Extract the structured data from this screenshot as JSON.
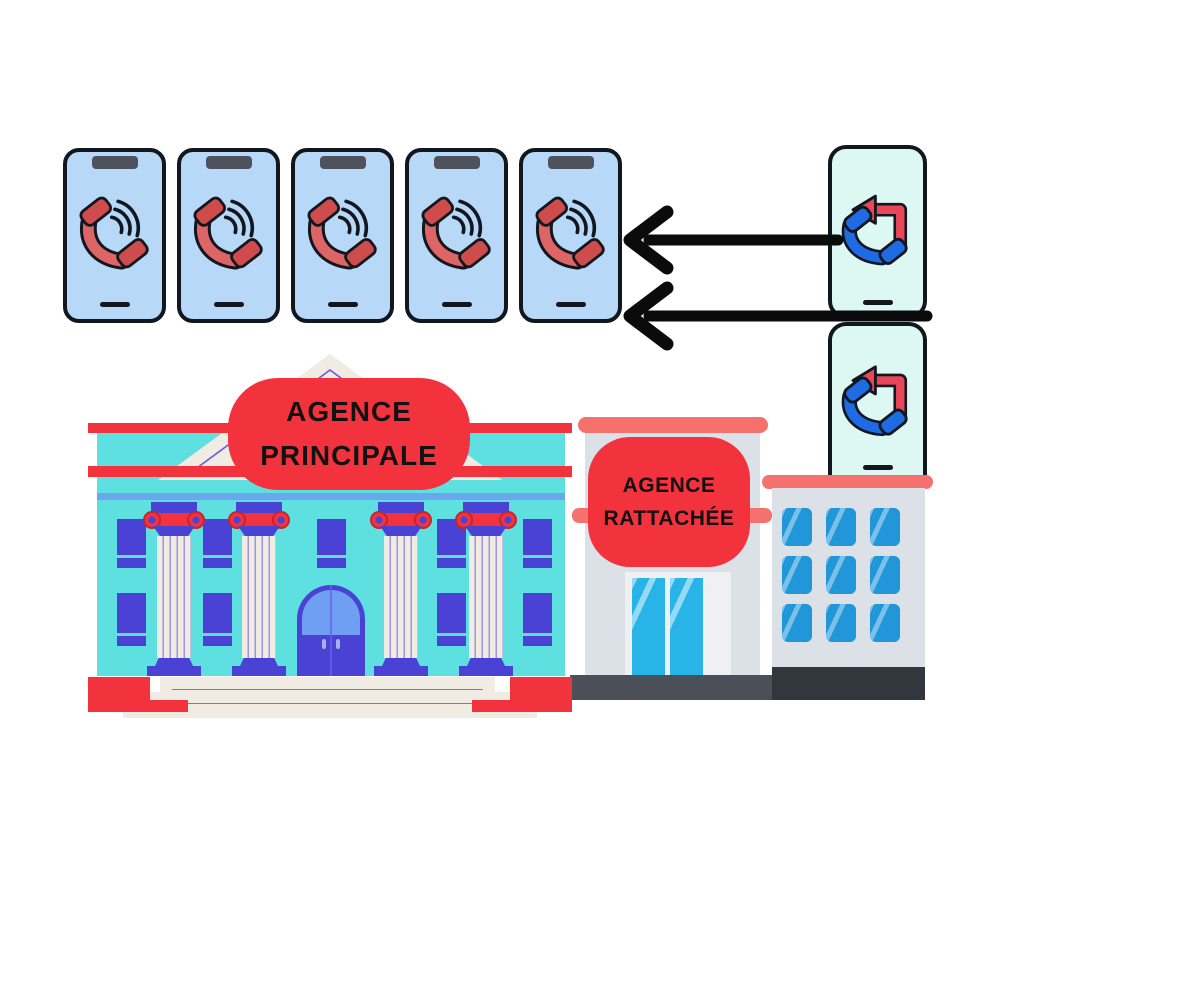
{
  "badges": {
    "principal": {
      "line1": "AGENCE",
      "line2": "PRINCIPALE"
    },
    "attached": {
      "line1": "AGENCE",
      "line2": "RATTACHÉE"
    }
  },
  "incoming_phones": {
    "count": 5,
    "icon": "ringing-phone-icon"
  },
  "forwarding_phones": {
    "count": 2,
    "icon": "call-return-icon"
  },
  "arrows": {
    "count": 2,
    "direction": "left"
  },
  "attached_building": {
    "window_rows": 3,
    "window_cols": 3
  },
  "colors": {
    "badge_red": "#f2333d",
    "salmon": "#f4716d",
    "facade_teal": "#5fe0e0",
    "stripe_blue": "#6aa7ec",
    "indigo": "#4a42d4",
    "cream": "#f0ece3",
    "accent_purple": "#6a5ae0",
    "phone_screen_blue": "#b7d8f6",
    "outline_dark": "#12161f",
    "notch_gray": "#4d525e",
    "card_bg": "#ddf7f3",
    "handset_red": "#dd6565",
    "handset_red_dark": "#cf4c4c",
    "call_blue": "#1e6be4",
    "return_red": "#e8475a",
    "arrow_black": "#0b0b0b",
    "building_gray": "#dce1e7",
    "building_gray_light": "#eef0f3",
    "base_gray": "#4b5058",
    "base_dark": "#32363d",
    "window_blue": "#2196d8",
    "door_glass_blue": "#29b4e8",
    "door_pane_blue": "#6f9ff2"
  }
}
